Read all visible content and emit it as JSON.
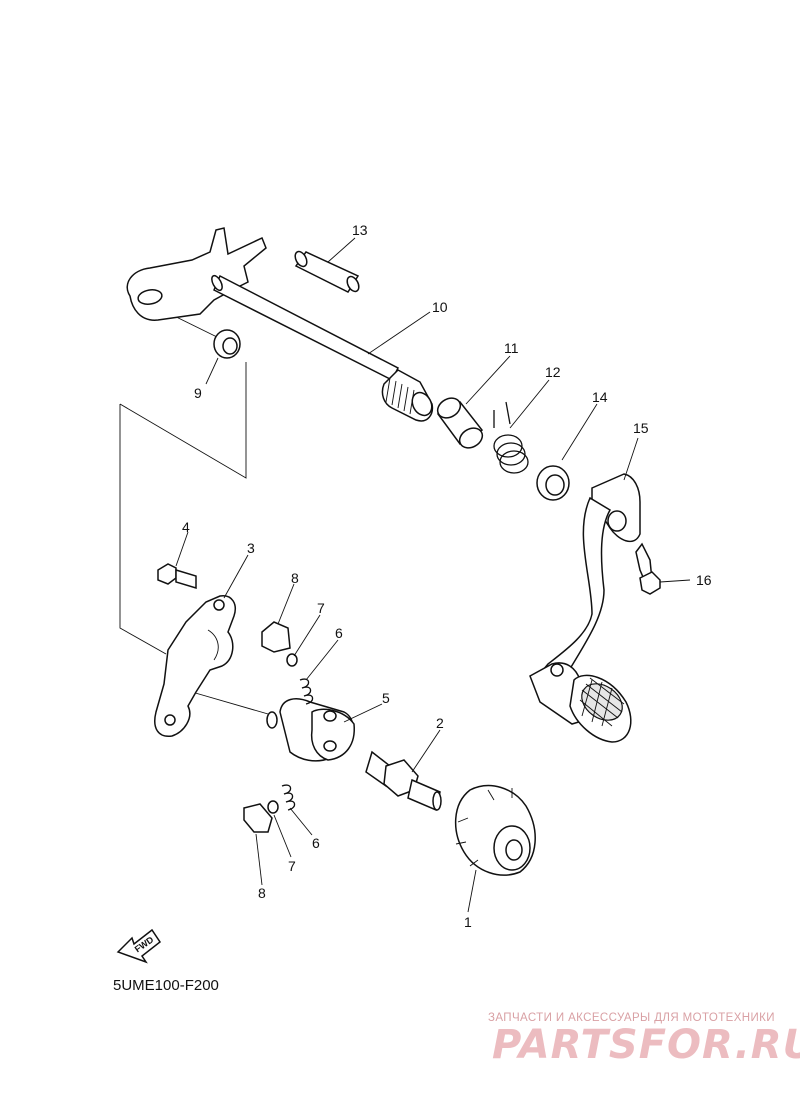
{
  "diagram_code": "5UME100-F200",
  "fwd_label": "FWD",
  "watermark": {
    "tagline": "ЗАПЧАСТИ И АКСЕССУАРЫ ДЛЯ МОТОТЕХНИКИ",
    "brand": "PARTSFOR.RU"
  },
  "callouts": {
    "n1": "1",
    "n2": "2",
    "n3": "3",
    "n4": "4",
    "n5": "5",
    "n6a": "6",
    "n6b": "6",
    "n7a": "7",
    "n7b": "7",
    "n8a": "8",
    "n8b": "8",
    "n9": "9",
    "n10": "10",
    "n11": "11",
    "n12": "12",
    "n13": "13",
    "n14": "14",
    "n15": "15",
    "n16": "16"
  },
  "colors": {
    "line": "#111111",
    "watermark": "#e8a7ad"
  }
}
